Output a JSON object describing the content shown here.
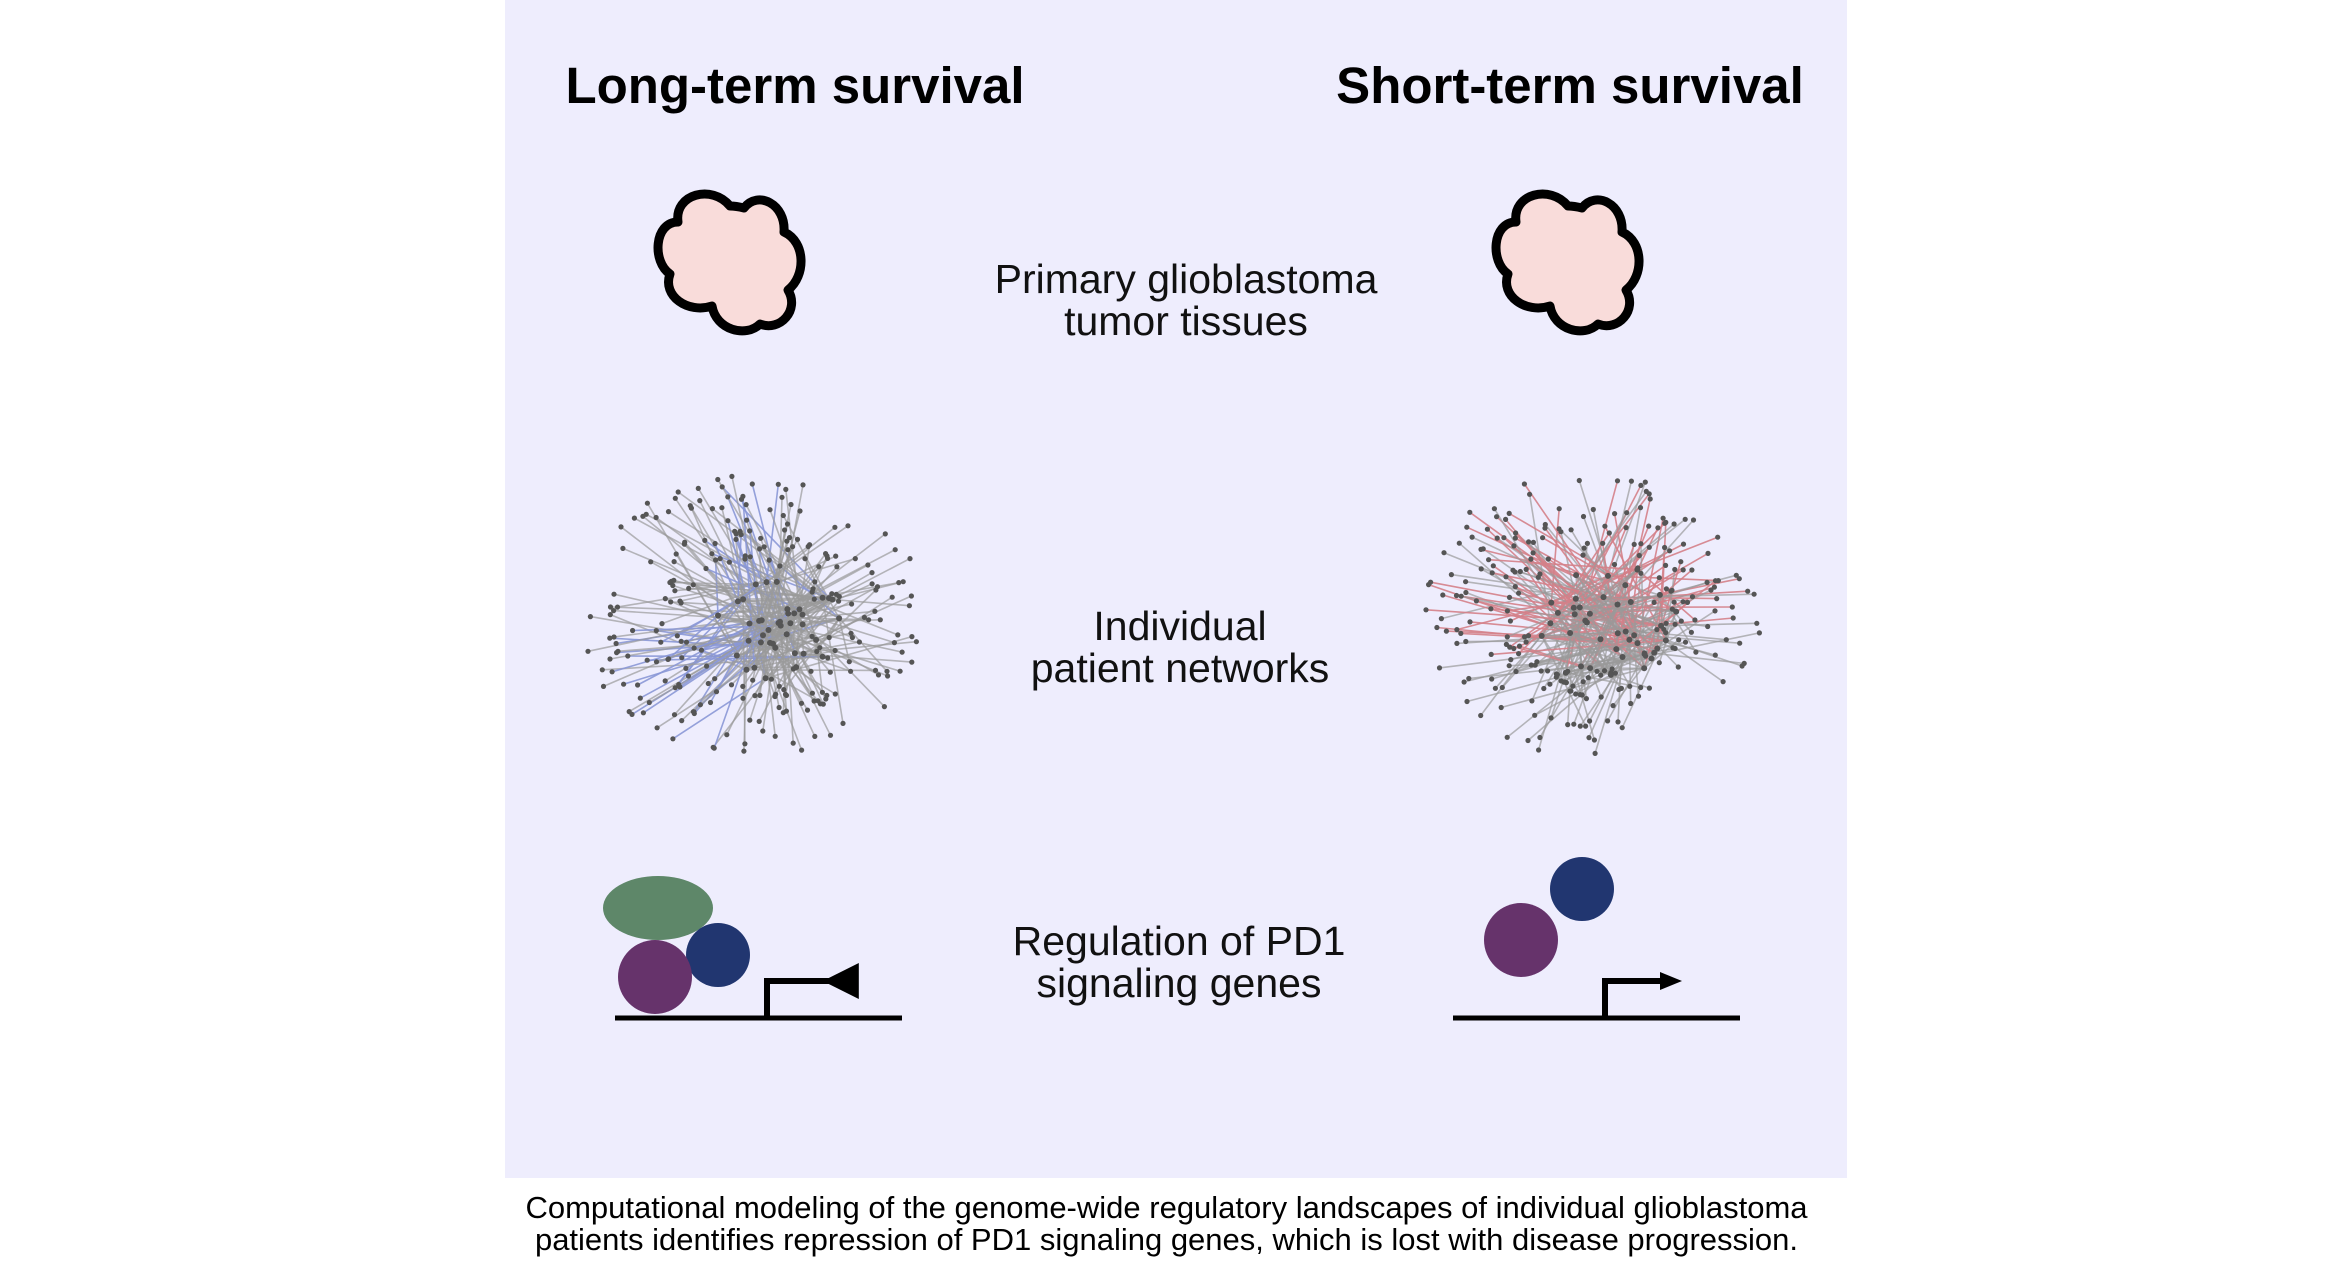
{
  "columns": {
    "left_heading": "Long-term survival",
    "right_heading": "Short-term survival"
  },
  "rows": [
    {
      "line1": "Primary glioblastoma",
      "line2": "tumor tissues"
    },
    {
      "line1": "Individual",
      "line2": "patient networks"
    },
    {
      "line1": "Regulation of PD1",
      "line2": "signaling genes"
    }
  ],
  "caption": {
    "line1": "Computational modeling of the genome-wide regulatory landscapes of individual glioblastoma",
    "line2": "patients identifies repression of PD1 signaling genes, which is lost with disease progression."
  },
  "colors": {
    "panel_background": "#eeedfd",
    "tumor_fill": "#f9dcda",
    "network_gray": "#9a9a9a",
    "network_node": "#555555",
    "network_blue_edges": "#8a97d6",
    "network_red_edges": "#d48088",
    "factor_green": "#5e8769",
    "factor_blue": "#213670",
    "factor_purple": "#66336b"
  },
  "icons": [
    "tumor-tissue-icon",
    "gene-network-icon",
    "promoter-repressed-icon",
    "promoter-active-icon"
  ]
}
